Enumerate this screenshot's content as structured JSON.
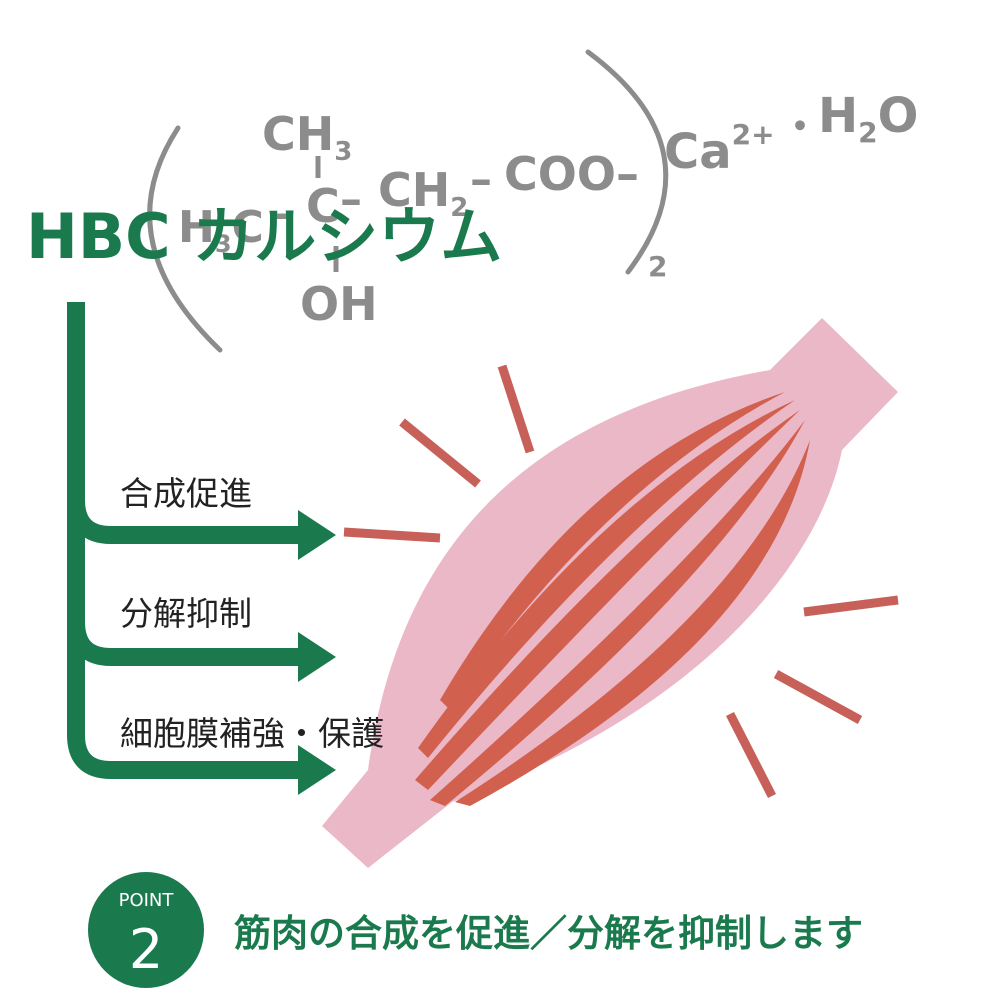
{
  "colors": {
    "green": "#1a7a4e",
    "gray": "#8c8c8c",
    "muscle_pink": "#ebb8c8",
    "fiber_red": "#d2604e",
    "ray_red": "#c8605a"
  },
  "formula": {
    "ch3": "CH",
    "ch3_sub": "3",
    "h3c": "H",
    "h3c_sub": "3",
    "h3c_c": "C",
    "dash1": "–",
    "center_c": "C",
    "dash2": "–",
    "ch2": "CH",
    "ch2_sub": "2",
    "dash3": "–",
    "coo": "COO–",
    "oh": "OH",
    "paren_sub": "2",
    "ca": "Ca",
    "ca_sup": "2+",
    "dot": "・",
    "h2o_h": "H",
    "h2o_sub": "2",
    "h2o_o": "O"
  },
  "title": "HBC カルシウム",
  "effects": [
    "合成促進",
    "分解抑制",
    "細胞膜補強・保護"
  ],
  "point": {
    "label": "POINT",
    "number": "2"
  },
  "caption": "筋肉の合成を促進／分解を抑制します"
}
